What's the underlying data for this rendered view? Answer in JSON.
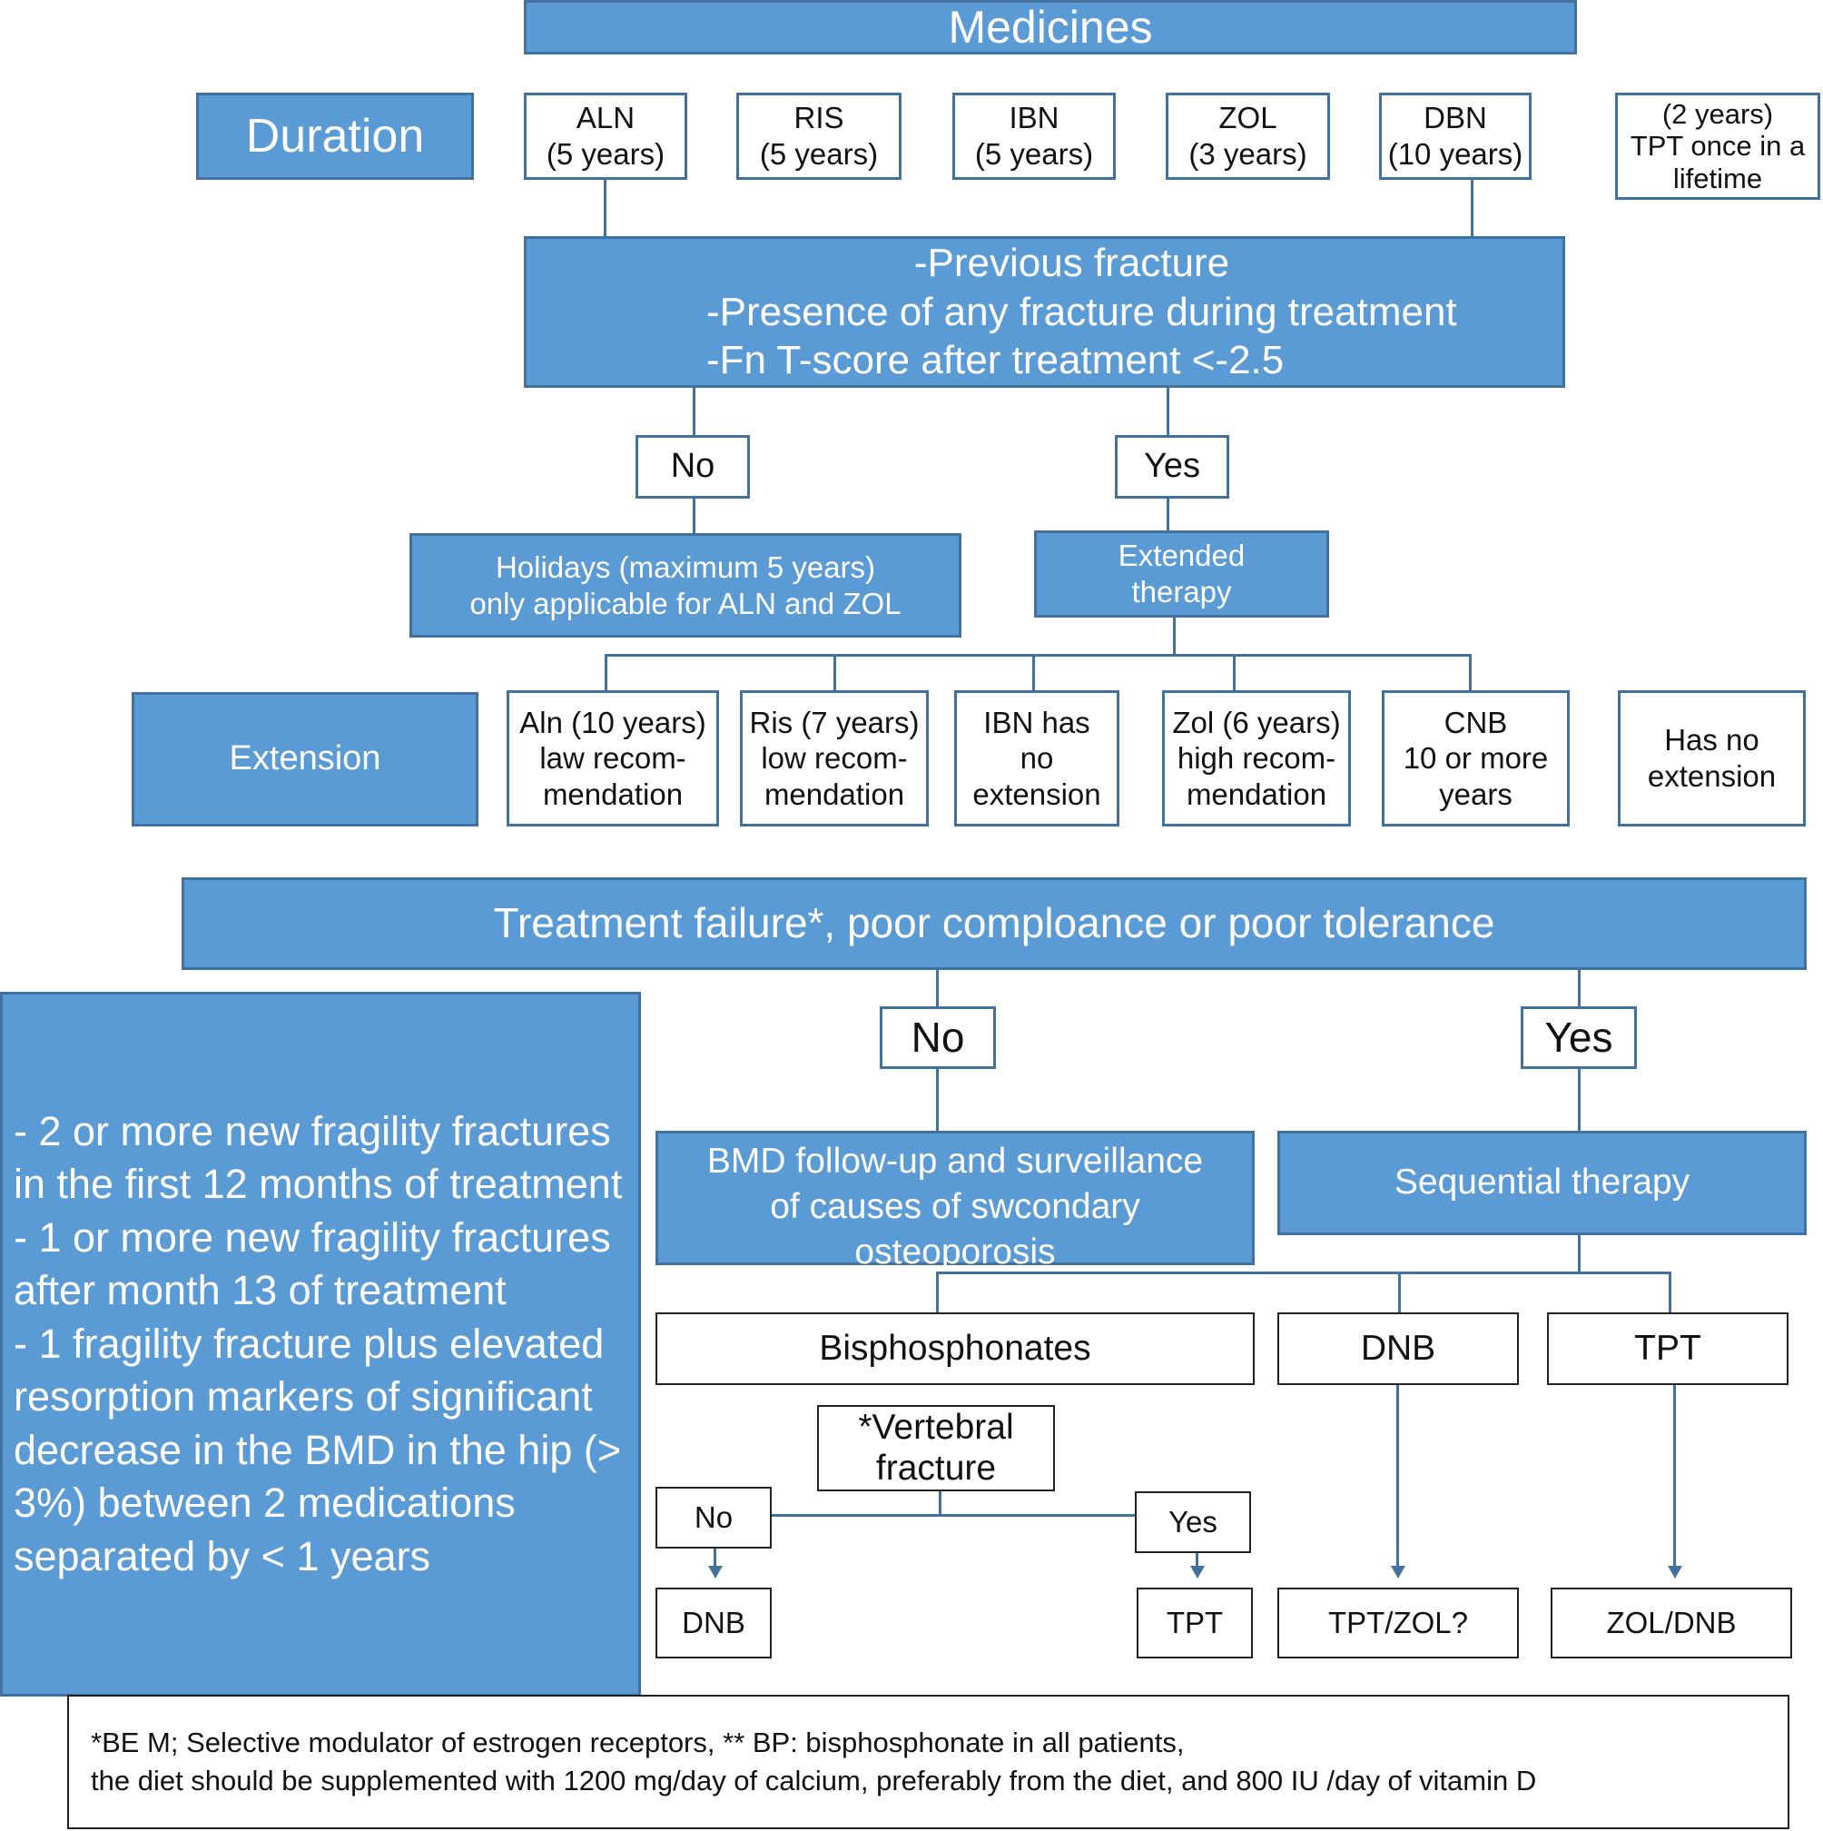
{
  "header": {
    "title": "Medicines"
  },
  "duration": {
    "label": "Duration",
    "items": [
      "ALN\n(5 years)",
      "RIS\n(5 years)",
      "IBN\n(5 years)",
      "ZOL\n(3 years)",
      "DBN\n(10 years)",
      "(2 years)\nTPT once in a\nlifetime"
    ]
  },
  "criteria": {
    "lines": [
      "-Previous fracture",
      "-Presence of any fracture during treatment",
      "-Fn T-score after treatment <-2.5"
    ]
  },
  "first_decision": {
    "no": "No",
    "yes": "Yes",
    "holidays": "Holidays (maximum 5 years)\nonly applicable for ALN and ZOL",
    "extended": "Extended\ntherapy"
  },
  "extension": {
    "label": "Extension",
    "items": [
      "Aln (10 years)\nlaw recom-\nmendation",
      "Ris (7 years)\nlow recom-\nmendation",
      "IBN has\nno\nextension",
      "Zol (6 years)\nhigh recom-\nmendation",
      "CNB\n10 or more\nyears",
      "Has no\nextension"
    ]
  },
  "failure": {
    "title": "Treatment failure*, poor comploance or poor tolerance",
    "definition": "- 2 or more new fragility fractures in the first 12 months of treatment\n- 1 or more new fragility fractures after month 13 of treatment\n- 1 fragility fracture plus elevated resorption markers of significant decrease in the BMD in the hip (> 3%) between 2 medications separated by < 1 years",
    "no": "No",
    "yes": "Yes",
    "bmd": "BMD follow-up and surveillance\nof causes of swcondary\nosteoporosis",
    "sequential": "Sequential therapy"
  },
  "sequential_options": {
    "bisphosphonates": "Bisphosphonates",
    "dnb": "DNB",
    "tpt": "TPT",
    "vertebral": "*Vertebral\nfracture",
    "no": "No",
    "yes": "Yes",
    "dnb_result": "DNB",
    "tpt_result": "TPT",
    "tpt_zol": "TPT/ZOL?",
    "zol_dnb": "ZOL/DNB"
  },
  "footnote": {
    "line1": "*BE M; Selective modulator of estrogen receptors, ** BP: bisphosphonate in all patients,",
    "line2": "the diet should be supplemented with 1200 mg/day of calcium, preferably from the diet, and 800 IU /day of vitamin D"
  }
}
